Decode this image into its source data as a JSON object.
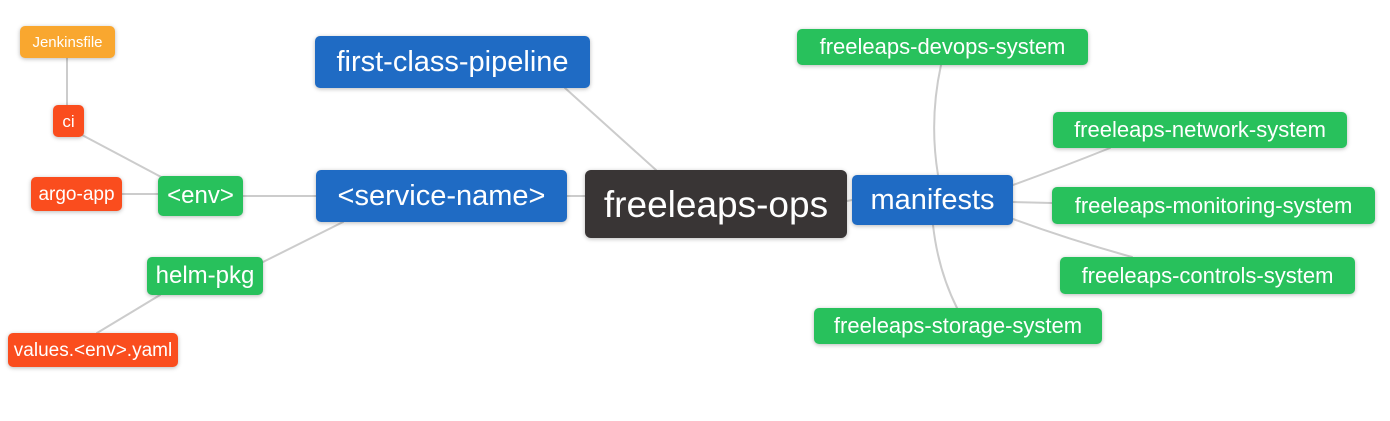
{
  "diagram": {
    "type": "mindmap",
    "colors": {
      "blue": "#1f6bc4",
      "green": "#28c15c",
      "red": "#fa4d1e",
      "amber": "#f9a72f",
      "dark": "#393535",
      "edge": "#cccccc",
      "text": "#ffffff",
      "background": "#ffffff"
    },
    "nodes": {
      "root": {
        "label": "freeleaps-ops"
      },
      "first_class_pipeline": {
        "label": "first-class-pipeline"
      },
      "service_name": {
        "label": "<service-name>"
      },
      "env": {
        "label": "<env>"
      },
      "ci": {
        "label": "ci"
      },
      "jenkinsfile": {
        "label": "Jenkinsfile"
      },
      "argo_app": {
        "label": "argo-app"
      },
      "helm_pkg": {
        "label": "helm-pkg"
      },
      "values_yaml": {
        "label": "values.<env>.yaml"
      },
      "manifests": {
        "label": "manifests"
      },
      "devops_system": {
        "label": "freeleaps-devops-system"
      },
      "network_system": {
        "label": "freeleaps-network-system"
      },
      "monitoring_system": {
        "label": "freeleaps-monitoring-system"
      },
      "controls_system": {
        "label": "freeleaps-controls-system"
      },
      "storage_system": {
        "label": "freeleaps-storage-system"
      }
    },
    "edges": [
      {
        "from": "jenkinsfile",
        "to": "ci"
      },
      {
        "from": "ci",
        "to": "env"
      },
      {
        "from": "argo_app",
        "to": "env"
      },
      {
        "from": "env",
        "to": "service_name"
      },
      {
        "from": "service_name",
        "to": "helm_pkg"
      },
      {
        "from": "helm_pkg",
        "to": "values_yaml"
      },
      {
        "from": "first_class_pipeline",
        "to": "root"
      },
      {
        "from": "service_name",
        "to": "root"
      },
      {
        "from": "root",
        "to": "manifests"
      },
      {
        "from": "manifests",
        "to": "devops_system"
      },
      {
        "from": "manifests",
        "to": "network_system"
      },
      {
        "from": "manifests",
        "to": "monitoring_system"
      },
      {
        "from": "manifests",
        "to": "controls_system"
      },
      {
        "from": "manifests",
        "to": "storage_system"
      }
    ]
  }
}
